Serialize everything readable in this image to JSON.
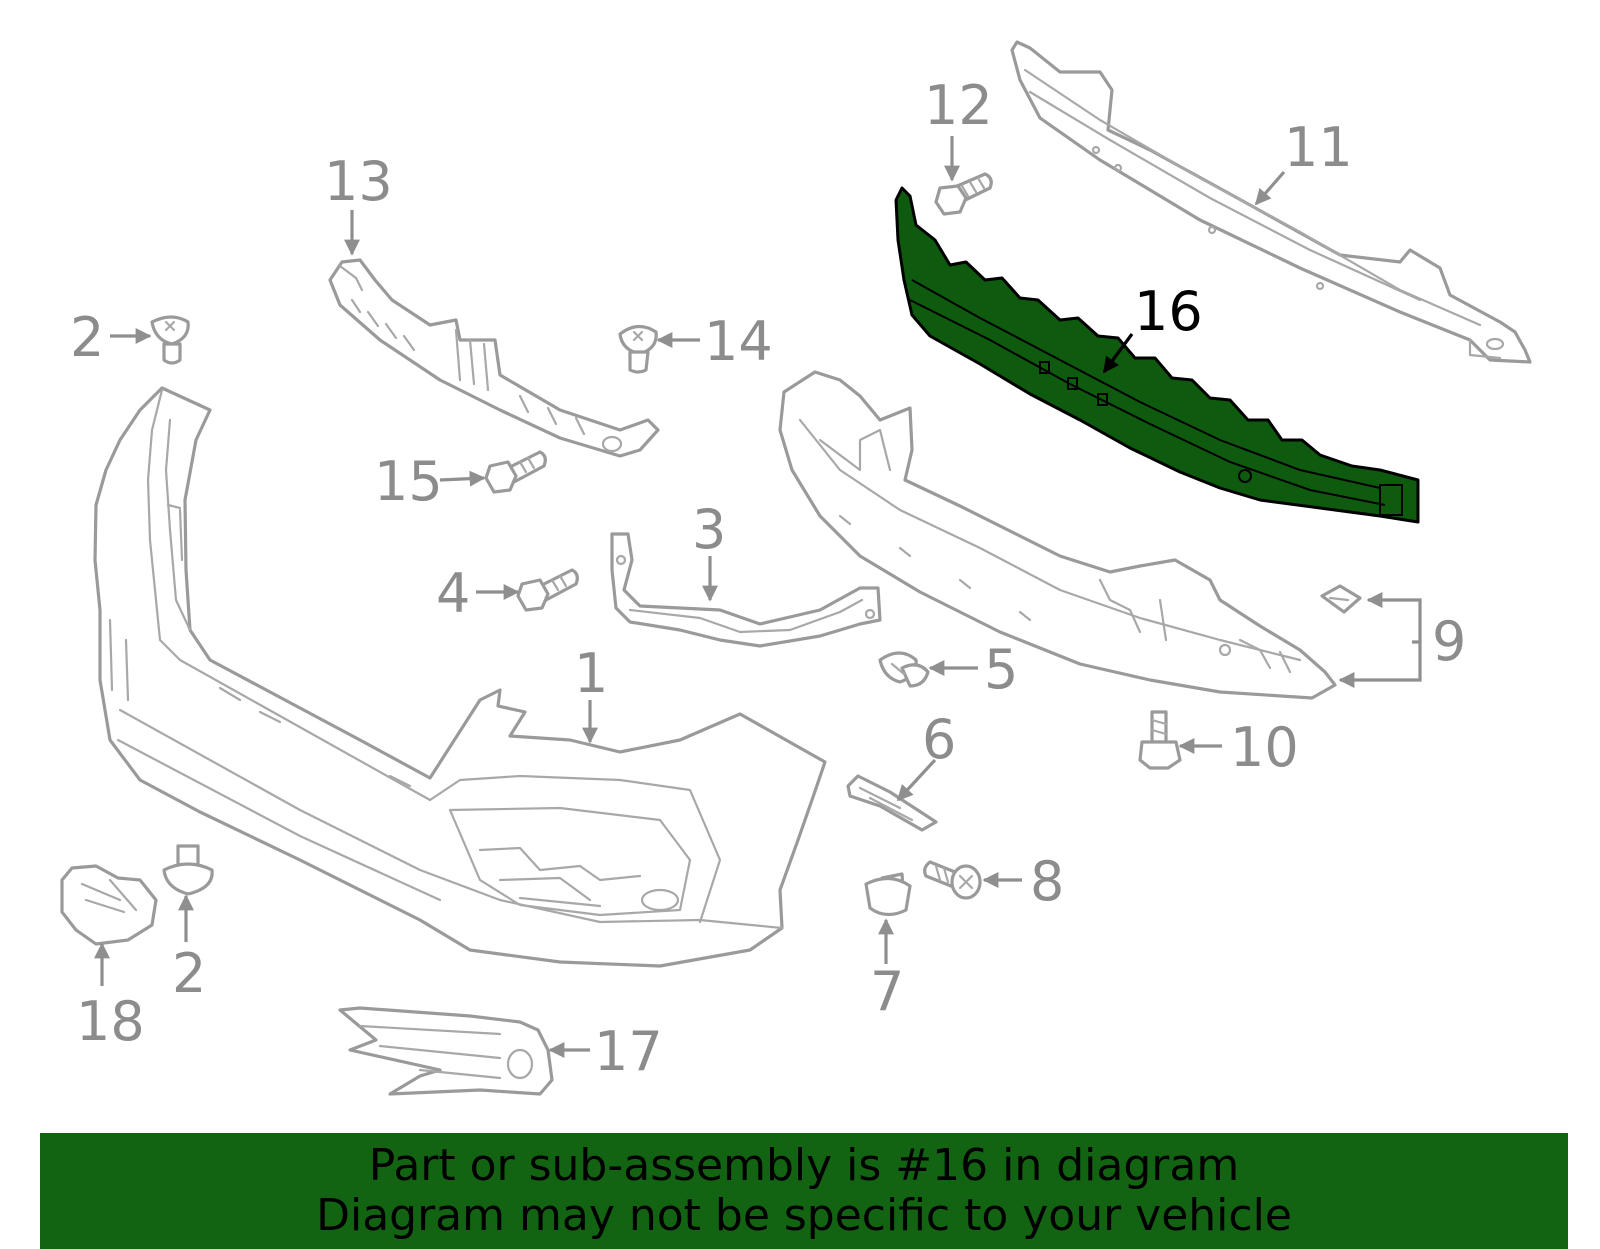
{
  "colors": {
    "highlight_fill": "#0e5a0e",
    "banner_background": "#126312",
    "part_outline": "#9a9a9a",
    "label_gray": "#8c8c8c",
    "highlight_text": "#000000"
  },
  "callouts": {
    "c1": "1",
    "c2a": "2",
    "c2b": "2",
    "c3": "3",
    "c4": "4",
    "c5": "5",
    "c6": "6",
    "c7": "7",
    "c8": "8",
    "c9": "9",
    "c10": "10",
    "c11": "11",
    "c12": "12",
    "c13": "13",
    "c14": "14",
    "c15": "15",
    "c16": "16",
    "c17": "17",
    "c18": "18"
  },
  "highlighted_part": "16",
  "banner": {
    "line1": "Part or sub-assembly is #16 in diagram",
    "line2": "Diagram may not be specific to your vehicle"
  }
}
